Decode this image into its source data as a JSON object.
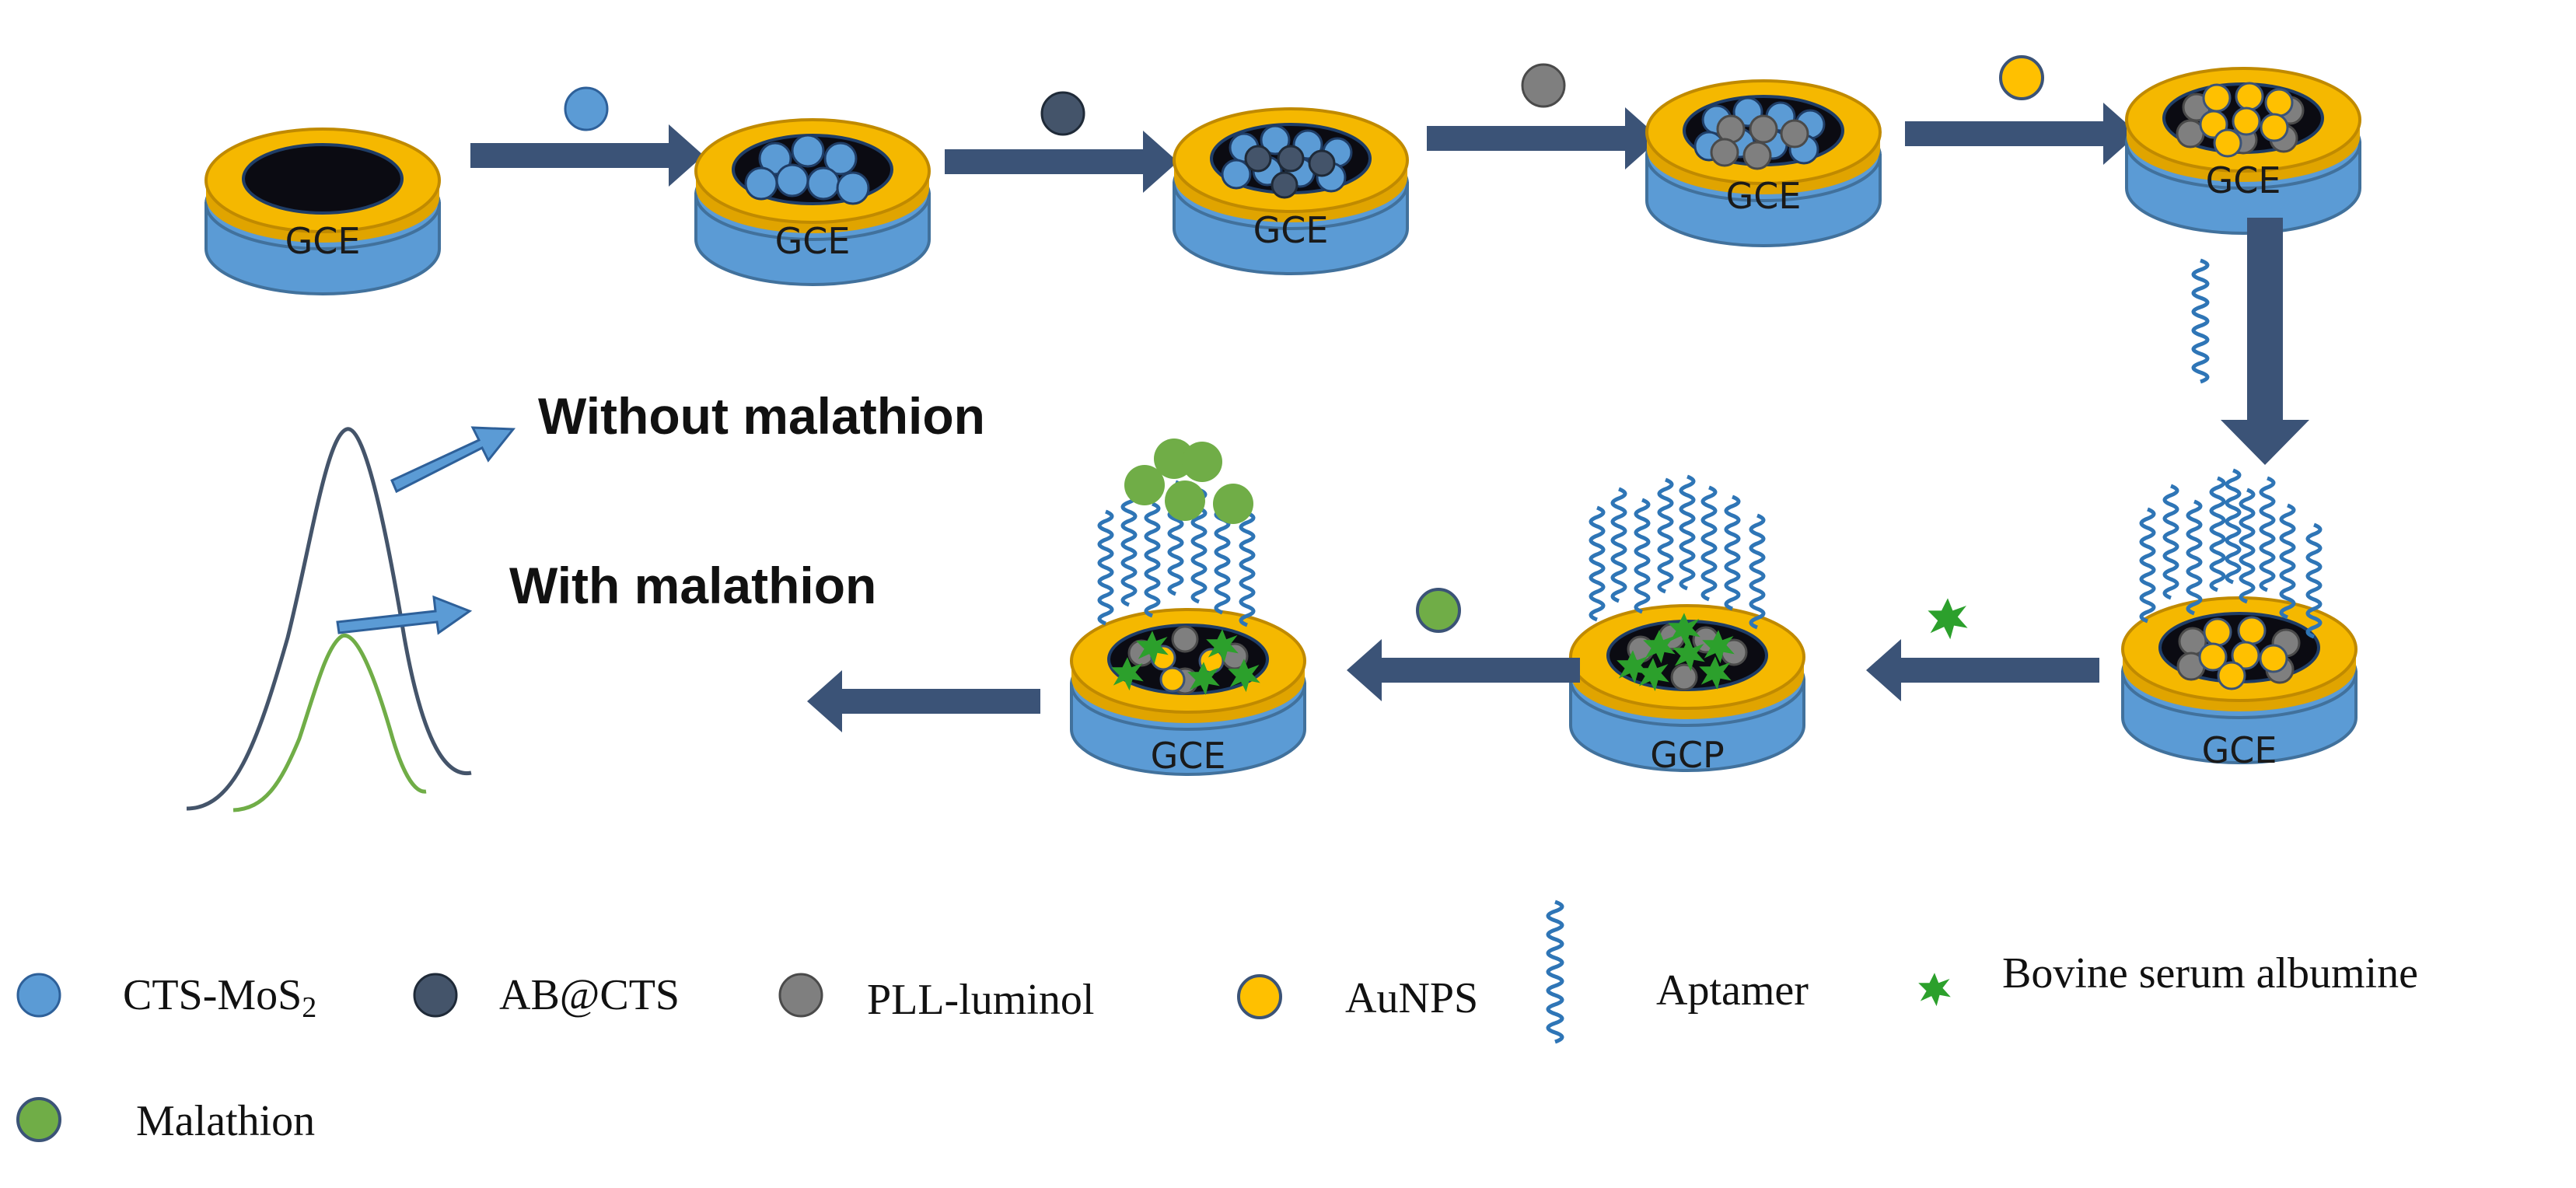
{
  "colors": {
    "electrode_blue": "#5b9bd5",
    "electrode_edge": "#41719c",
    "gold_ring": "#f5b800",
    "gold_edge": "#c08a00",
    "arrow": "#3b5377",
    "arrow_light": "#5b9bd5",
    "cts_mos2": "#5b9bd5",
    "ab_cts": "#44546a",
    "pll_luminol": "#7f7f7f",
    "aunps": "#ffc000",
    "aptamer": "#2e75b6",
    "bsa": "#2ca02c",
    "malathion": "#70ad47",
    "curve_without": "#44546a",
    "curve_with": "#70ad47"
  },
  "electrodes": {
    "e1": "GCE",
    "e2": "GCE",
    "e3": "GCE",
    "e4": "GCE",
    "e5": "GCE",
    "e6": "GCE",
    "e7": "GCP",
    "e8": "GCE"
  },
  "results": {
    "without": "Without malathion",
    "with": "With malathion"
  },
  "legend": {
    "cts_mos2": "CTS-MoS",
    "cts_mos2_sub": "2",
    "ab_cts": "AB@CTS",
    "pll_luminol": "PLL-luminol",
    "aunps": "AuNPS",
    "aptamer": "Aptamer",
    "bsa": "Bovine serum albumine",
    "malathion": "Malathion"
  }
}
